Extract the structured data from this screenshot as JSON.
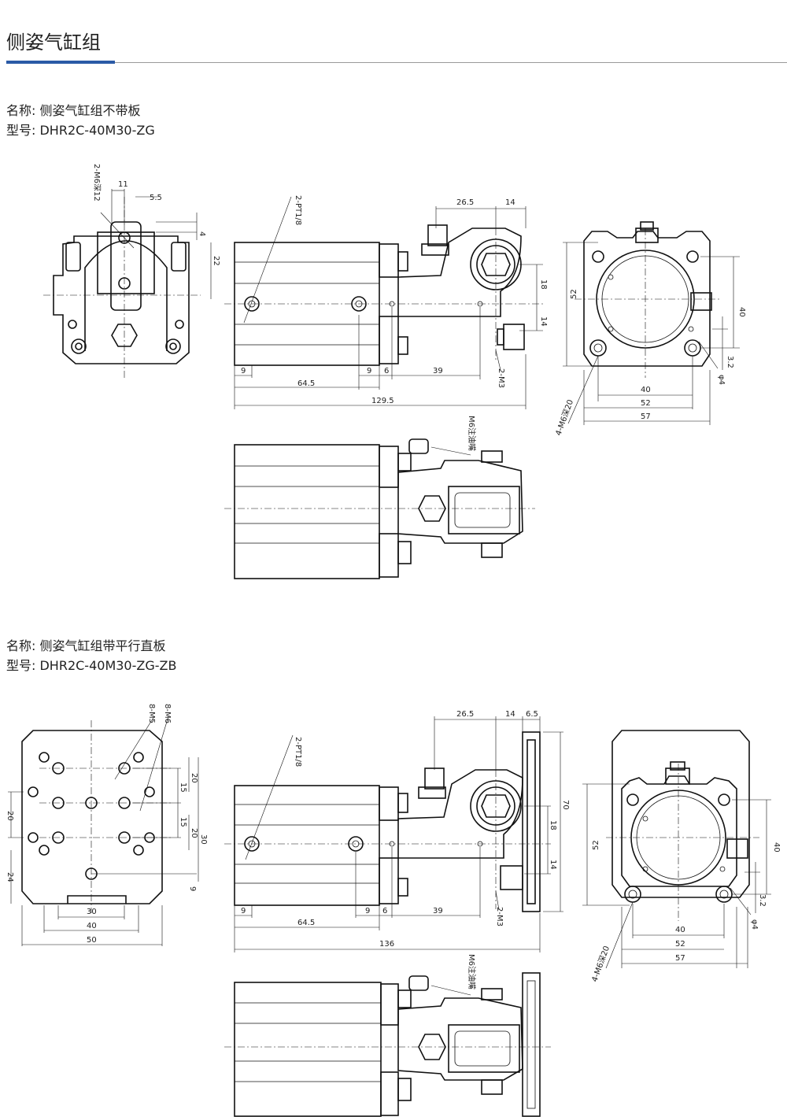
{
  "header": {
    "title": "侧姿气缸组"
  },
  "section1": {
    "name_label": "名称: ",
    "name_value": "侧姿气缸组不带板",
    "model_label": "型号: ",
    "model_value": "DHR2C-40M30-ZG",
    "dims": {
      "left_thread": "2-M6深12",
      "d11": "11",
      "d5_5": "5.5",
      "d4": "4",
      "d22": "22",
      "pt": "2-PT1/8",
      "d26_5": "26.5",
      "d14_top": "14",
      "d18": "18",
      "d14_side": "14",
      "d9a": "9",
      "d64_5": "64.5",
      "d9b": "9",
      "d6": "6",
      "d39": "39",
      "m3": "2-M3",
      "d129_5": "129.5",
      "d52v": "52",
      "d40v": "40",
      "d3_2": "3.2",
      "phi4": "φ4",
      "d40h": "40",
      "d52h": "52",
      "d57": "57",
      "m6_deep": "4-M6深20",
      "grease": "M6注油嘴"
    }
  },
  "section2": {
    "name_label": "名称: ",
    "name_value": "侧姿气缸组带平行直板",
    "model_label": "型号: ",
    "model_value": "DHR2C-40M30-ZG-ZB",
    "dims": {
      "m5": "8-M5",
      "m6": "8-M6",
      "d20a": "20",
      "d15a": "15",
      "d15b": "15",
      "d20b": "20",
      "d30v": "30",
      "d9": "9",
      "d20l": "20",
      "d24": "24",
      "d30h": "30",
      "d40h": "40",
      "d50": "50",
      "pt": "2-PT1/8",
      "d26_5": "26.5",
      "d14": "14",
      "d6_5": "6.5",
      "d70": "70",
      "d18": "18",
      "d14_side": "14",
      "d9a": "9",
      "d64_5": "64.5",
      "d9b": "9",
      "d6": "6",
      "d39": "39",
      "m3": "2-M3",
      "d136": "136",
      "d52v": "52",
      "d40v": "40",
      "d3_2": "3.2",
      "phi4": "φ4",
      "d40b": "40",
      "d52b": "52",
      "d57": "57",
      "m6_deep": "4-M6深20",
      "grease": "M6注油嘴"
    }
  }
}
